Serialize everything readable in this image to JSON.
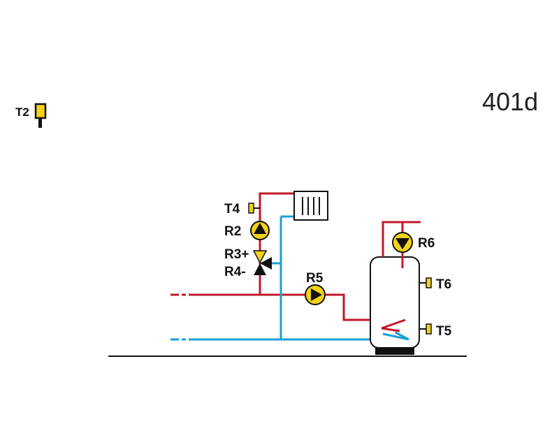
{
  "diagram": {
    "code": "401d",
    "labels": {
      "t2": "T2",
      "t4": "T4",
      "r2": "R2",
      "r3": "R3+",
      "r4": "R4-",
      "r5": "R5",
      "r6": "R6",
      "t6": "T6",
      "t5": "T5"
    },
    "colors": {
      "hot_pipe": "#c0182b",
      "cold_pipe": "#1a9fd8",
      "component_fill": "#f2d21a",
      "outline": "#111111"
    },
    "icons": [
      "temperature-sensor-icon",
      "pump-icon",
      "mixing-valve-icon",
      "radiator-icon",
      "storage-tank-icon"
    ]
  }
}
